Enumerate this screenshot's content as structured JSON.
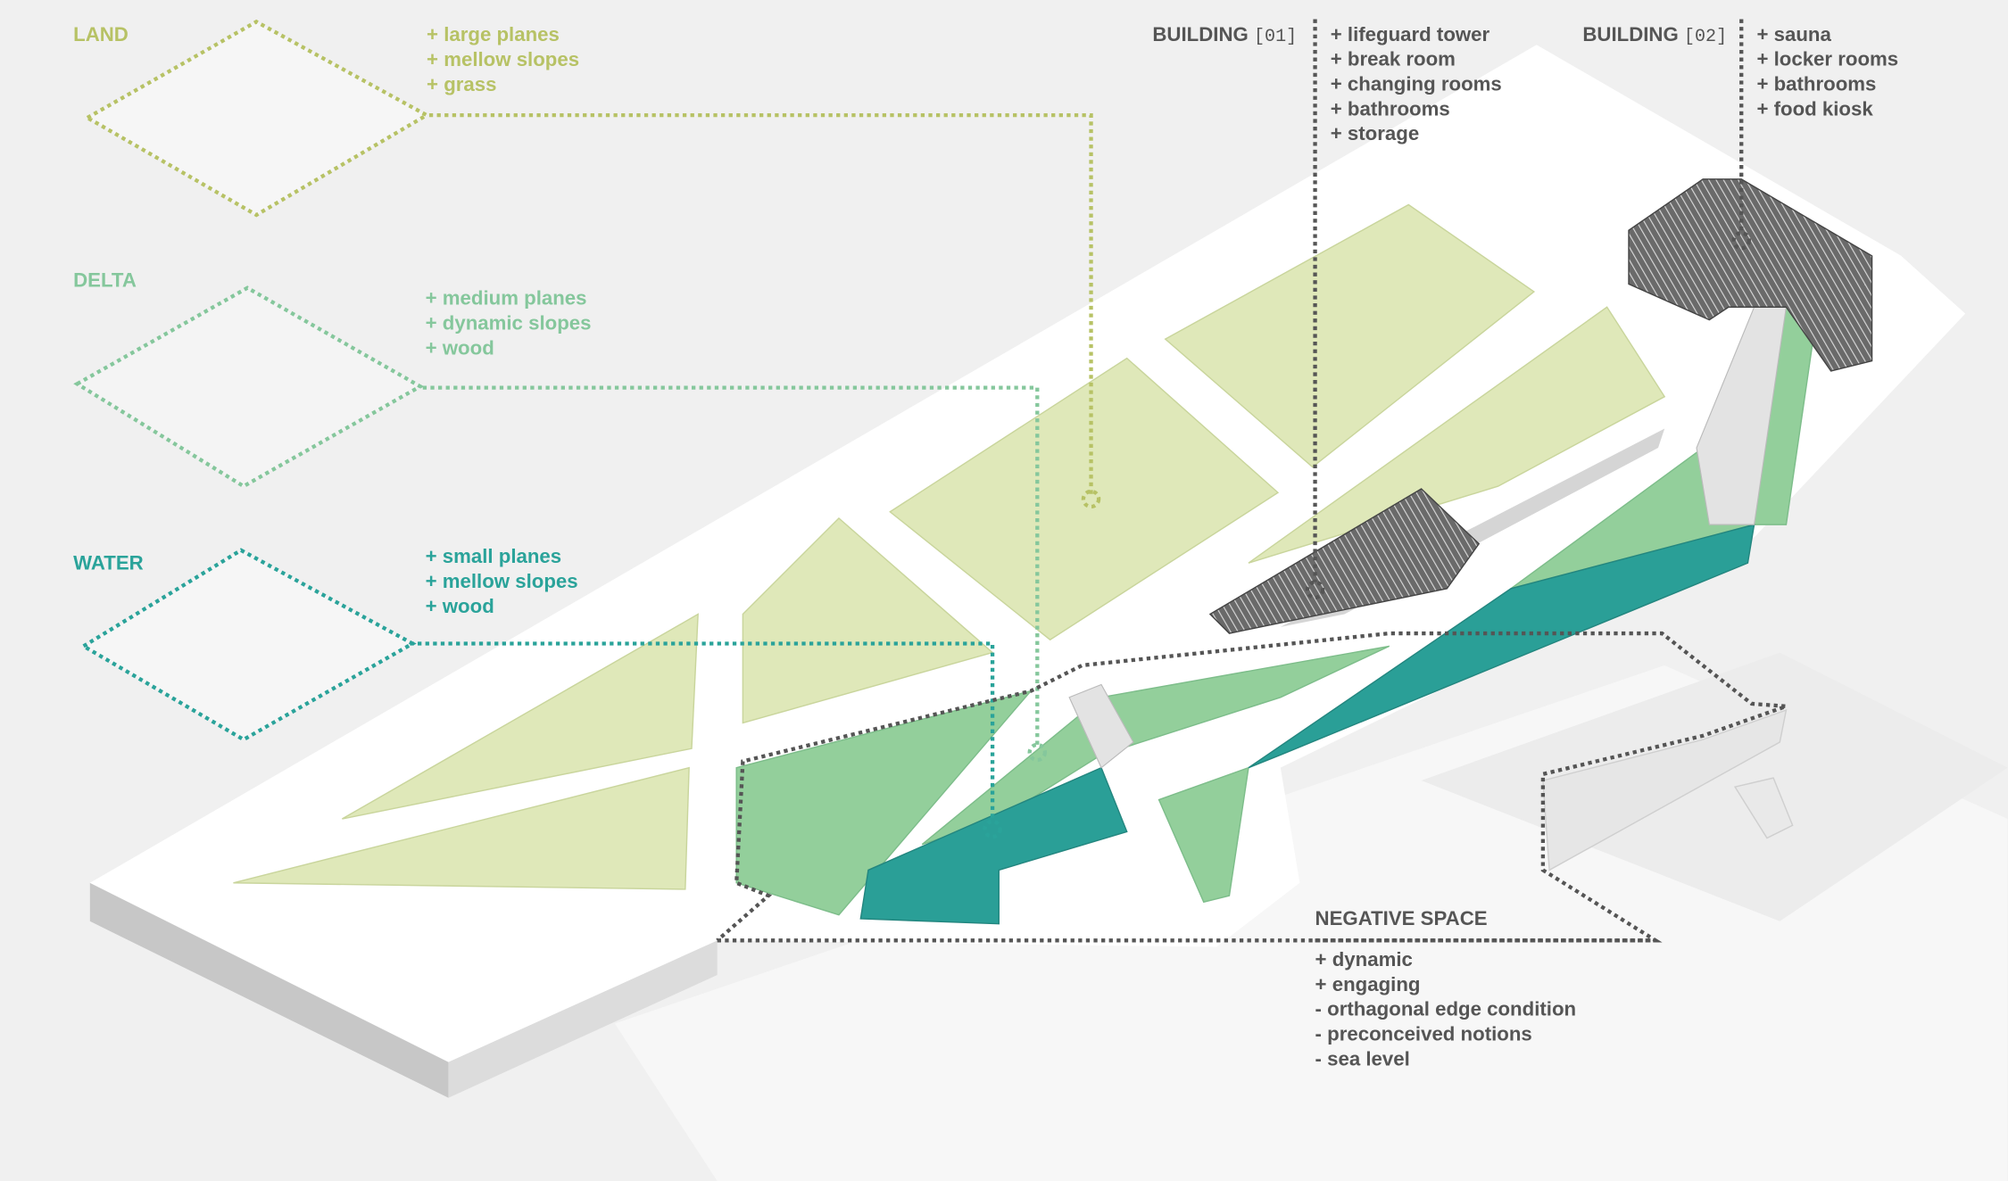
{
  "colors": {
    "land": "#b7c265",
    "delta": "#85c79c",
    "water": "#2aa39a",
    "text": "#555555",
    "building": "#5a5a5a"
  },
  "legend": [
    {
      "title": "LAND",
      "items": [
        "+ large planes",
        "+ mellow slopes",
        "+ grass"
      ]
    },
    {
      "title": "DELTA",
      "items": [
        "+ medium planes",
        "+ dynamic slopes",
        "+ wood"
      ]
    },
    {
      "title": "WATER",
      "items": [
        "+ small planes",
        "+ mellow slopes",
        "+ wood"
      ]
    }
  ],
  "building1": {
    "title": "BUILDING",
    "number": "[01]",
    "items": [
      "+ lifeguard tower",
      "+ break room",
      "+ changing rooms",
      "+ bathrooms",
      "+ storage"
    ]
  },
  "building2": {
    "title": "BUILDING",
    "number": "[02]",
    "items": [
      "+ sauna",
      "+ locker rooms",
      "+ bathrooms",
      "+ food kiosk"
    ]
  },
  "negative_space": {
    "title": "NEGATIVE SPACE",
    "items": [
      "+ dynamic",
      "+ engaging",
      "- orthagonal edge condition",
      "- preconceived notions",
      "- sea level"
    ]
  }
}
